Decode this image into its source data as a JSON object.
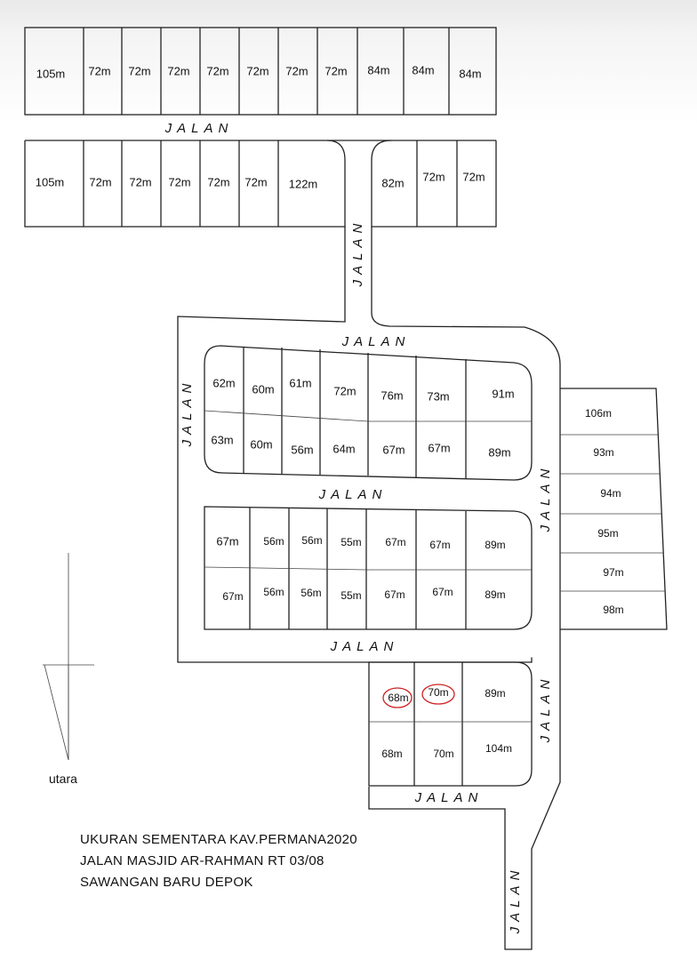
{
  "blocks": {
    "row1": [
      "105m",
      "72m",
      "72m",
      "72m",
      "72m",
      "72m",
      "72m",
      "72m",
      "84m",
      "84m",
      "84m"
    ],
    "row2_left": [
      "105m",
      "72m",
      "72m",
      "72m",
      "72m",
      "72m",
      "122m"
    ],
    "row2_right": [
      "82m",
      "72m",
      "72m"
    ],
    "block_b_top": [
      "62m",
      "60m",
      "61m",
      "72m",
      "76m",
      "73m",
      "91m"
    ],
    "block_b_bottom": [
      "63m",
      "60m",
      "56m",
      "64m",
      "67m",
      "67m",
      "89m"
    ],
    "block_c_top": [
      "67m",
      "56m",
      "56m",
      "55m",
      "67m",
      "67m",
      "89m"
    ],
    "block_c_bottom": [
      "67m",
      "56m",
      "56m",
      "55m",
      "67m",
      "67m",
      "89m"
    ],
    "block_e": [
      "106m",
      "93m",
      "94m",
      "95m",
      "97m",
      "98m"
    ],
    "block_d_top": [
      "68m",
      "70m",
      "89m"
    ],
    "block_d_bottom": [
      "68m",
      "70m",
      "104m"
    ]
  },
  "highlighted_lots": [
    "68m",
    "70m"
  ],
  "highlight_color": "#cc2222",
  "road_label": "JALAN",
  "north_label": "utara",
  "caption": {
    "line1": "UKURAN SEMENTARA KAV.PERMANA2020",
    "line2": "JALAN MASJID AR-RAHMAN RT 03/08",
    "line3": "SAWANGAN BARU DEPOK"
  }
}
